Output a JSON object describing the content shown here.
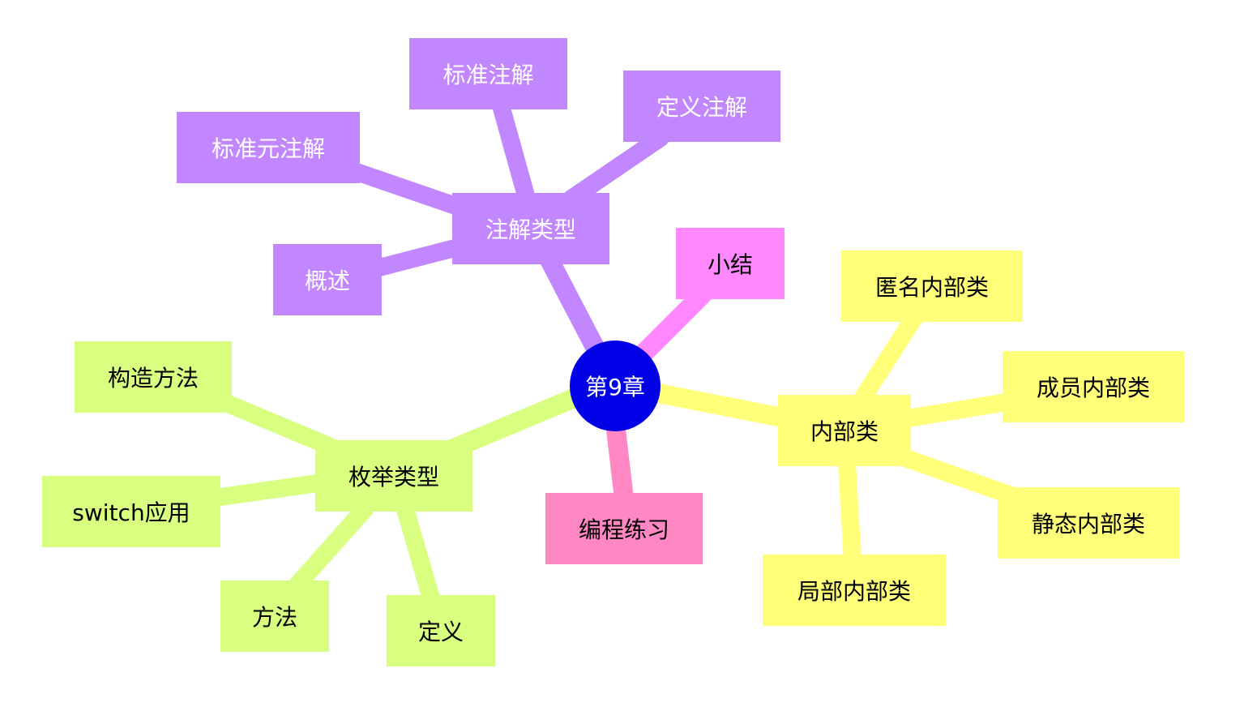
{
  "root": {
    "label": "第9章"
  },
  "colors": {
    "root": "#0000e6",
    "annotation": "#c287ff",
    "summary": "#ff87ff",
    "inner_class": "#ffff7a",
    "enum": "#d8ff7f",
    "exercise": "#ff87c4"
  },
  "annotation_types": {
    "label": "注解类型",
    "children": {
      "standard_annotation": "标准注解",
      "define_annotation": "定义注解",
      "standard_meta_annotation": "标准元注解",
      "overview": "概述"
    }
  },
  "summary": {
    "label": "小结"
  },
  "inner_class": {
    "label": "内部类",
    "children": {
      "anonymous": "匿名内部类",
      "member": "成员内部类",
      "static": "静态内部类",
      "local": "局部内部类"
    }
  },
  "enum_type": {
    "label": "枚举类型",
    "children": {
      "constructor": "构造方法",
      "switch_usage": "switch应用",
      "method": "方法",
      "definition": "定义"
    }
  },
  "exercise": {
    "label": "编程练习"
  }
}
